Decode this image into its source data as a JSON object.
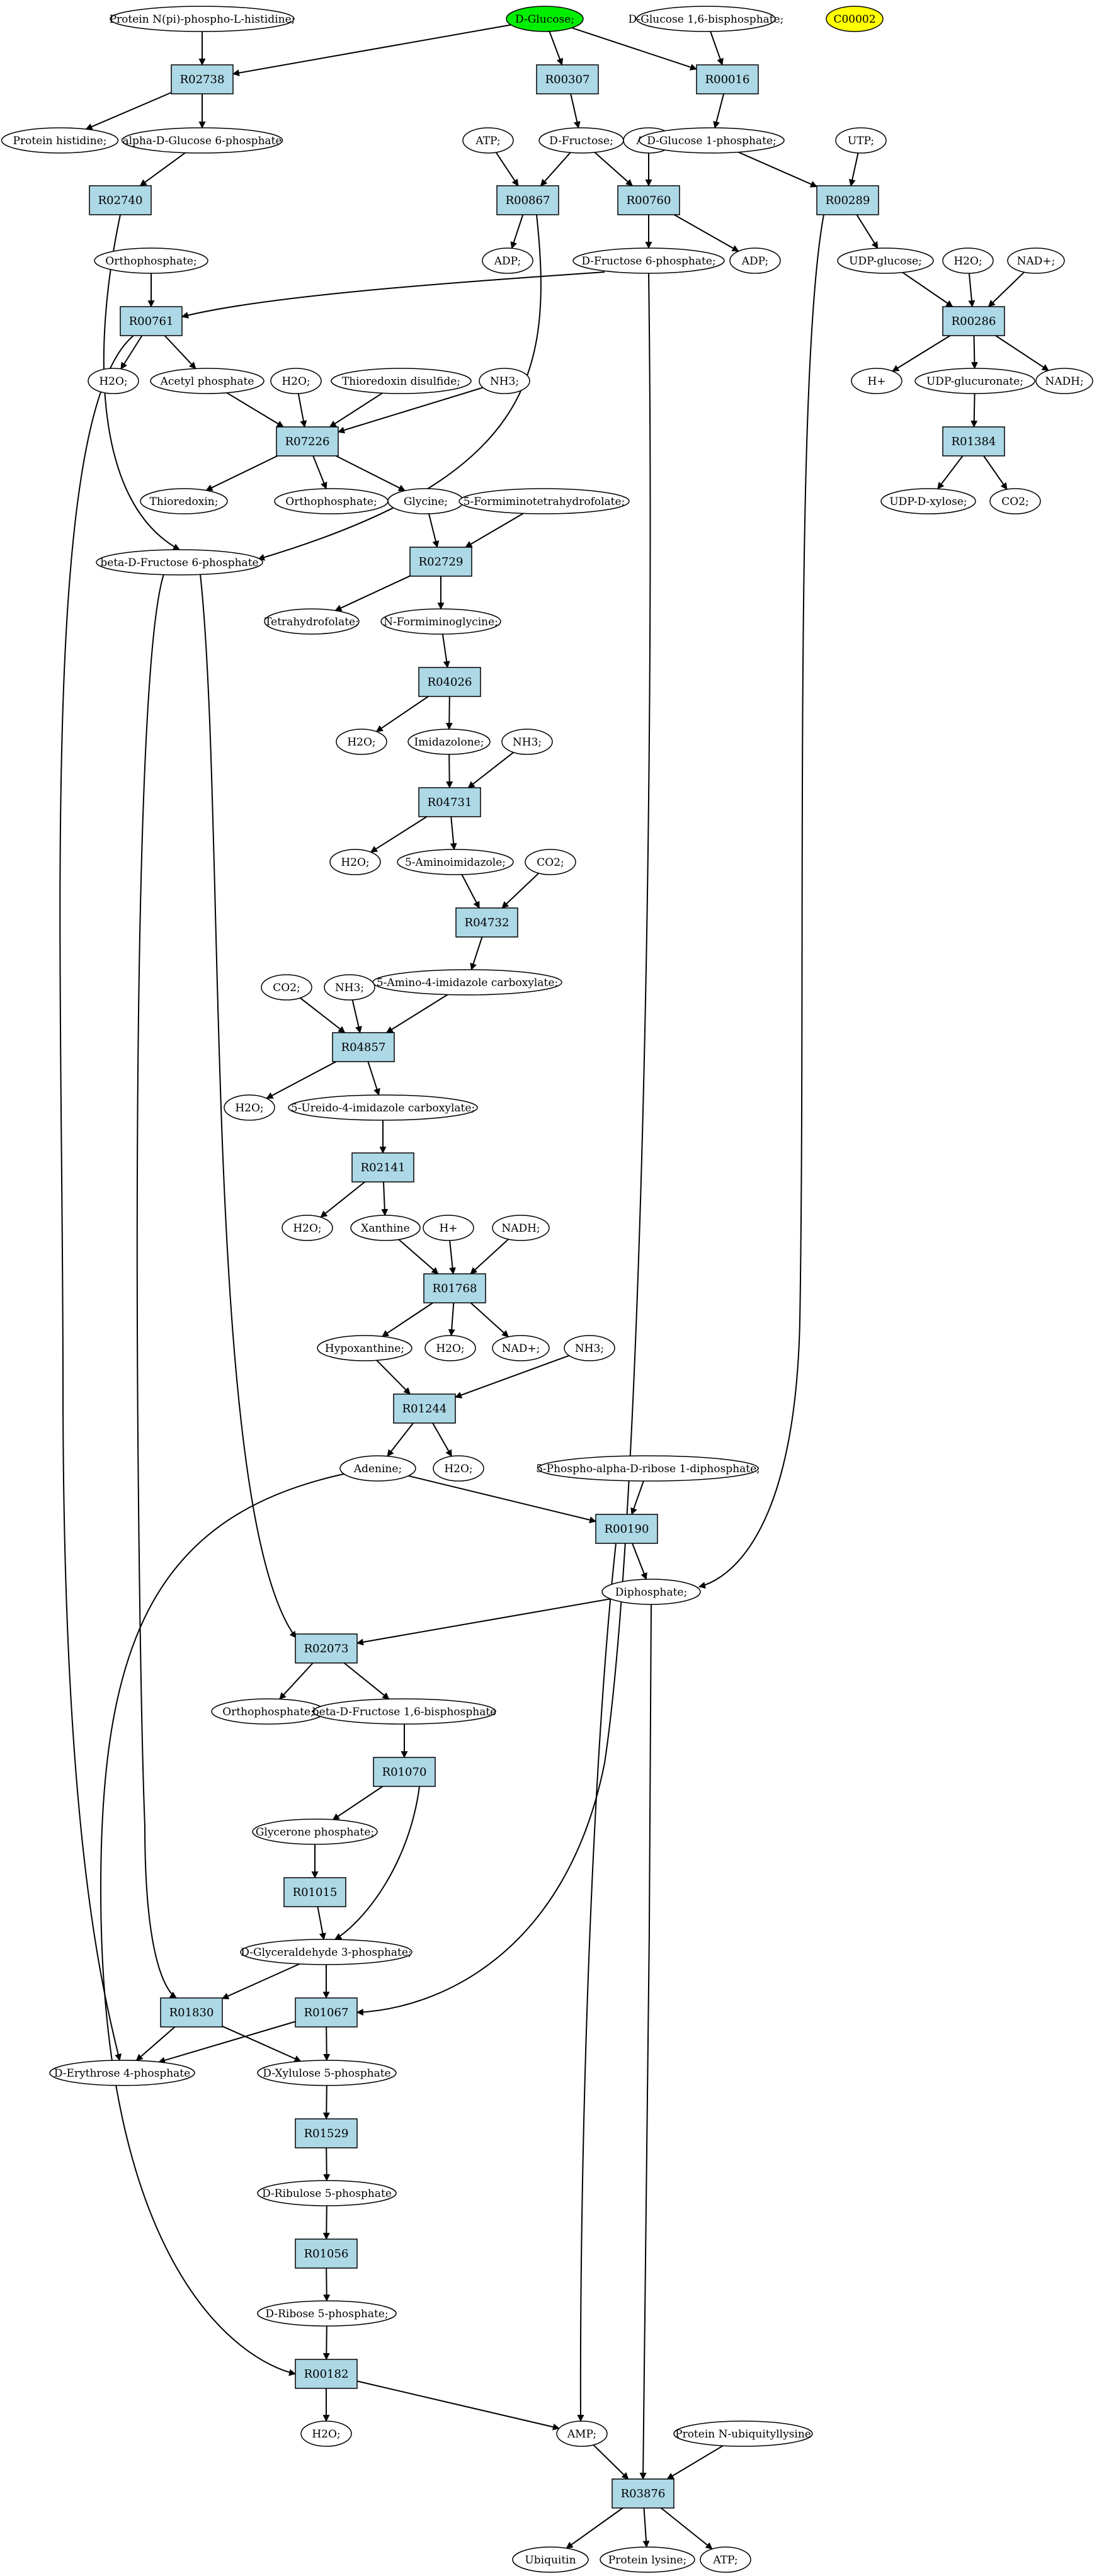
{
  "colors": {
    "reaction_fill": "#add8e6",
    "start_compound_fill": "#00ee00",
    "highlight_compound_fill": "#ffff00",
    "compound_fill": "#ffffff",
    "stroke": "#000000"
  },
  "compounds": {
    "protein_nphospho": "Protein N(pi)-phospho-L-histidine;",
    "dglucose": "D-Glucose;",
    "dglc16bp": "D-Glucose 1,6-bisphosphate;",
    "c00002": "C00002",
    "protein_histidine": "Protein histidine;",
    "aglc6p": "alpha-D-Glucose 6-phosphate",
    "atp1": "ATP;",
    "dfructose": "D-Fructose;",
    "atp2": "ATP;",
    "dglc1p": "D-Glucose 1-phosphate;",
    "utp": "UTP;",
    "ortho1": "Orthophosphate;",
    "adp1": "ADP;",
    "df6p": "D-Fructose 6-phosphate;",
    "adp2": "ADP;",
    "udpglc": "UDP-glucose;",
    "h2o_a": "H2O;",
    "nadp": "NAD+;",
    "h2o_1": "H2O;",
    "acetylp": "Acetyl phosphate",
    "h2o_2": "H2O;",
    "thiodis": "Thioredoxin disulfide;",
    "nh3_1": "NH3;",
    "hplus1": "H+",
    "udpgluc": "UDP-glucuronate;",
    "nadh1": "NADH;",
    "thioredoxin": "Thioredoxin;",
    "ortho2": "Orthophosphate;",
    "glycine": "Glycine;",
    "formimino": "5-Formiminotetrahydrofolate;",
    "udpxyl": "UDP-D-xylose;",
    "co2_a": "CO2;",
    "bdf6p": "beta-D-Fructose 6-phosphate",
    "thf": "Tetrahydrofolate;",
    "nformglycine": "N-Formiminoglycine;",
    "h2o_3": "H2O;",
    "imidazolone": "Imidazolone;",
    "nh3_2": "NH3;",
    "h2o_4": "H2O;",
    "aminoimid": "5-Aminoimidazole;",
    "co2_1": "CO2;",
    "aminoimidcarb": "5-Amino-4-imidazole carboxylate;",
    "co2_2": "CO2;",
    "nh3_3": "NH3;",
    "h2o_5": "H2O;",
    "ureidoimid": "5-Ureido-4-imidazole carboxylate;",
    "h2o_6": "H2O;",
    "xanthine": "Xanthine",
    "hplus2": "H+",
    "nadh2": "NADH;",
    "hypoxanthine": "Hypoxanthine;",
    "h2o_7": "H2O;",
    "nadp2": "NAD+;",
    "nh3_4": "NH3;",
    "adenine": "Adenine;",
    "h2o_8": "H2O;",
    "prpp": "5-Phospho-alpha-D-ribose 1-diphosphate;",
    "diphosphate": "Diphosphate;",
    "ortho3": "Orthophosphate;",
    "bdf16bp": "beta-D-Fructose 1,6-bisphosphate",
    "glyceronep": "Glycerone phosphate;",
    "g3p": "D-Glyceraldehyde 3-phosphate;",
    "e4p": "D-Erythrose 4-phosphate",
    "x5p": "D-Xylulose 5-phosphate",
    "ru5p": "D-Ribulose 5-phosphate",
    "r5p": "D-Ribose 5-phosphate;",
    "h2o_9": "H2O;",
    "amp": "AMP;",
    "protnubq": "Protein N-ubiquityllysine",
    "ubiquitin": "Ubiquitin",
    "proteinlysine": "Protein lysine;",
    "atp3": "ATP;"
  },
  "reactions": {
    "R02738": "R02738",
    "R00307": "R00307",
    "R00016": "R00016",
    "R02740": "R02740",
    "R00867": "R00867",
    "R00760": "R00760",
    "R00289": "R00289",
    "R00761": "R00761",
    "R00286": "R00286",
    "R07226": "R07226",
    "R01384": "R01384",
    "R02729": "R02729",
    "R04026": "R04026",
    "R04731": "R04731",
    "R04732": "R04732",
    "R04857": "R04857",
    "R02141": "R02141",
    "R01768": "R01768",
    "R01244": "R01244",
    "R00190": "R00190",
    "R02073": "R02073",
    "R01070": "R01070",
    "R01015": "R01015",
    "R01830": "R01830",
    "R01067": "R01067",
    "R01529": "R01529",
    "R01056": "R01056",
    "R00182": "R00182",
    "R03876": "R03876"
  }
}
